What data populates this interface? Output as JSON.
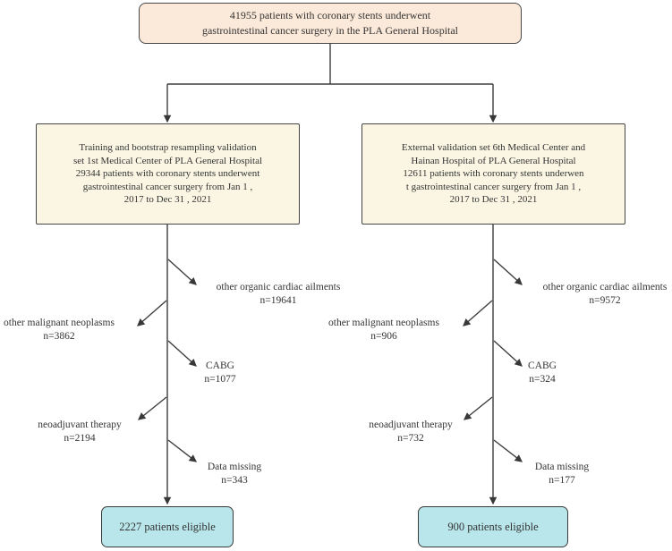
{
  "colors": {
    "peach": "#fbe9d9",
    "cream": "#faf6e3",
    "cyan": "#b9e6eb",
    "line": "#3d3d3d",
    "text": "#343434"
  },
  "top_box": {
    "text": "41955 patients with coronary stents underwent\ngastrointestinal cancer surgery in the PLA General Hospital"
  },
  "left_branch": {
    "cohort_box": "Training and bootstrap resampling validation\nset 1st Medical Center of PLA General Hospital\n29344 patients with coronary stents underwent\ngastrointestinal cancer surgery from Jan 1 ,\n2017 to Dec 31 , 2021",
    "exclusions": [
      {
        "label": "other organic cardiac ailments",
        "count": "n=19641"
      },
      {
        "label": "other malignant neoplasms",
        "count": "n=3862"
      },
      {
        "label": "CABG",
        "count": "n=1077"
      },
      {
        "label": "neoadjuvant therapy",
        "count": "n=2194"
      },
      {
        "label": "Data missing",
        "count": "n=343"
      }
    ],
    "result_box": "2227 patients eligible"
  },
  "right_branch": {
    "cohort_box": "External validation set 6th Medical Center and\nHainan Hospital of PLA General Hospital\n12611 patients with coronary stents underwen\nt gastrointestinal cancer surgery from Jan 1 ,\n2017 to Dec 31 , 2021",
    "exclusions": [
      {
        "label": "other organic cardiac ailments",
        "count": "n=9572"
      },
      {
        "label": "other malignant neoplasms",
        "count": "n=906"
      },
      {
        "label": "CABG",
        "count": "n=324"
      },
      {
        "label": "neoadjuvant therapy",
        "count": "n=732"
      },
      {
        "label": "Data missing",
        "count": "n=177"
      }
    ],
    "result_box": "900 patients eligible"
  }
}
